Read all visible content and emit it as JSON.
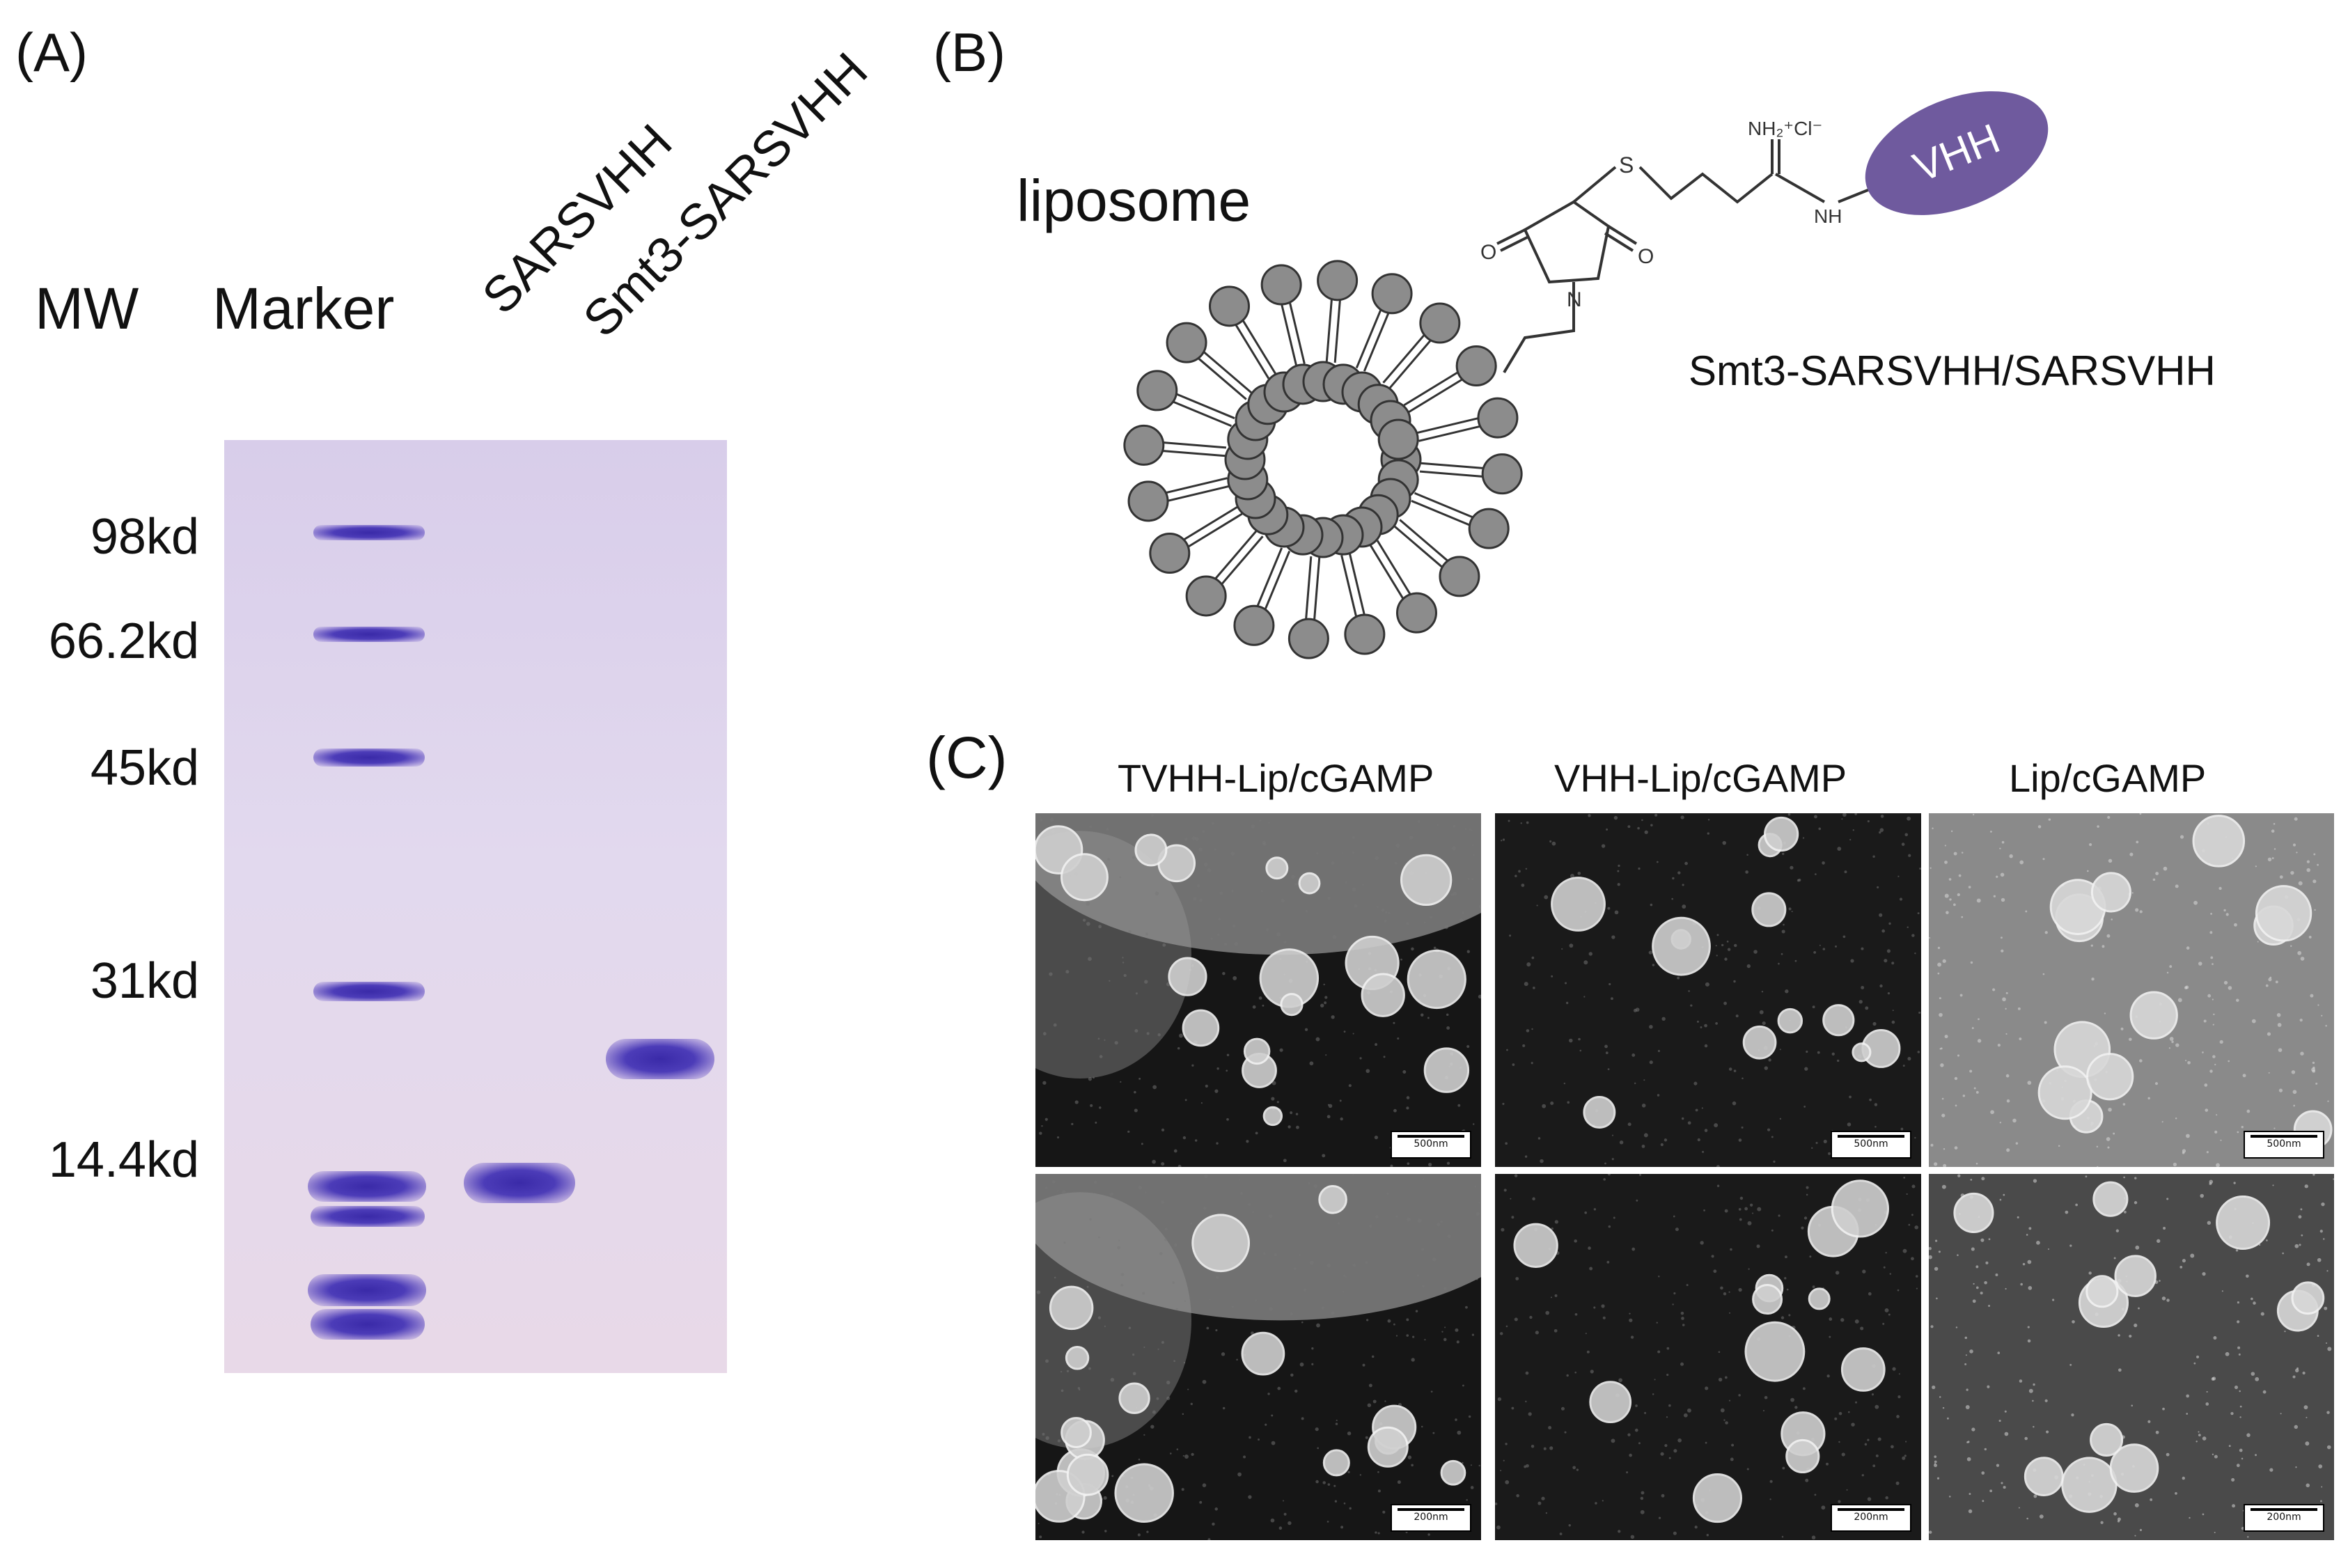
{
  "panelA": {
    "label": "(A)",
    "mw_header": "MW",
    "marker_header": "Marker",
    "lanes": [
      "SARSVHH",
      "Smt3-SARSVHH"
    ],
    "mw_labels": [
      "98kd",
      "66.2kd",
      "45kd",
      "31kd",
      "14.4kd"
    ]
  },
  "panelB": {
    "label": "(B)",
    "liposome_label": "liposome",
    "vhh_label": "VHH",
    "construct_label": "Smt3-SARSVHH/SARSVHH",
    "chem": {
      "nh2": "NH₂⁺Cl⁻",
      "nh": "NH",
      "s": "S",
      "n": "N",
      "o": "O"
    }
  },
  "panelC": {
    "label": "(C)",
    "columns": [
      "TVHH-Lip/cGAMP",
      "VHH-Lip/cGAMP",
      "Lip/cGAMP"
    ],
    "scale_bars": [
      "500nm",
      "500nm",
      "500nm",
      "200nm",
      "200nm",
      "200nm"
    ]
  }
}
